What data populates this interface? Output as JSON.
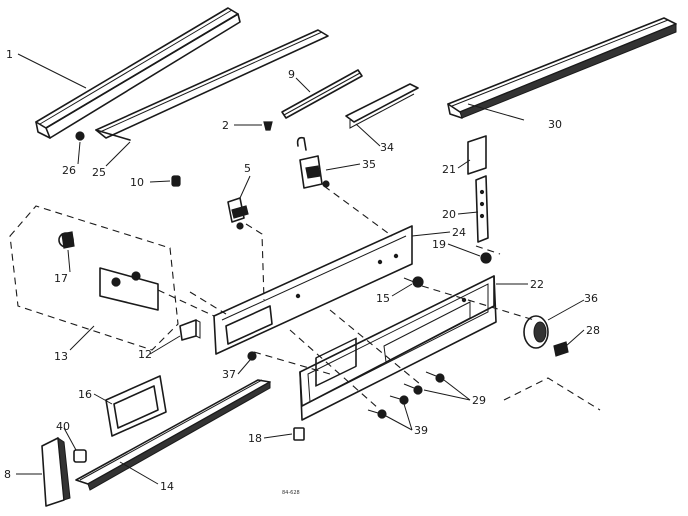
{
  "diagram": {
    "parts": [
      {
        "id": "1",
        "label": "1"
      },
      {
        "id": "2",
        "label": "2"
      },
      {
        "id": "5",
        "label": "5"
      },
      {
        "id": "8",
        "label": "8"
      },
      {
        "id": "9",
        "label": "9"
      },
      {
        "id": "10",
        "label": "10"
      },
      {
        "id": "12",
        "label": "12"
      },
      {
        "id": "13",
        "label": "13"
      },
      {
        "id": "14",
        "label": "14"
      },
      {
        "id": "15",
        "label": "15"
      },
      {
        "id": "16",
        "label": "16"
      },
      {
        "id": "17",
        "label": "17"
      },
      {
        "id": "18",
        "label": "18"
      },
      {
        "id": "19",
        "label": "19"
      },
      {
        "id": "20",
        "label": "20"
      },
      {
        "id": "21",
        "label": "21"
      },
      {
        "id": "22",
        "label": "22"
      },
      {
        "id": "24",
        "label": "24"
      },
      {
        "id": "25",
        "label": "25"
      },
      {
        "id": "26",
        "label": "26"
      },
      {
        "id": "28",
        "label": "28"
      },
      {
        "id": "29",
        "label": "29"
      },
      {
        "id": "30",
        "label": "30"
      },
      {
        "id": "34",
        "label": "34"
      },
      {
        "id": "35",
        "label": "35"
      },
      {
        "id": "36",
        "label": "36"
      },
      {
        "id": "37",
        "label": "37"
      },
      {
        "id": "39",
        "label": "39"
      },
      {
        "id": "40",
        "label": "40"
      }
    ],
    "drawing_code": "84-628"
  }
}
